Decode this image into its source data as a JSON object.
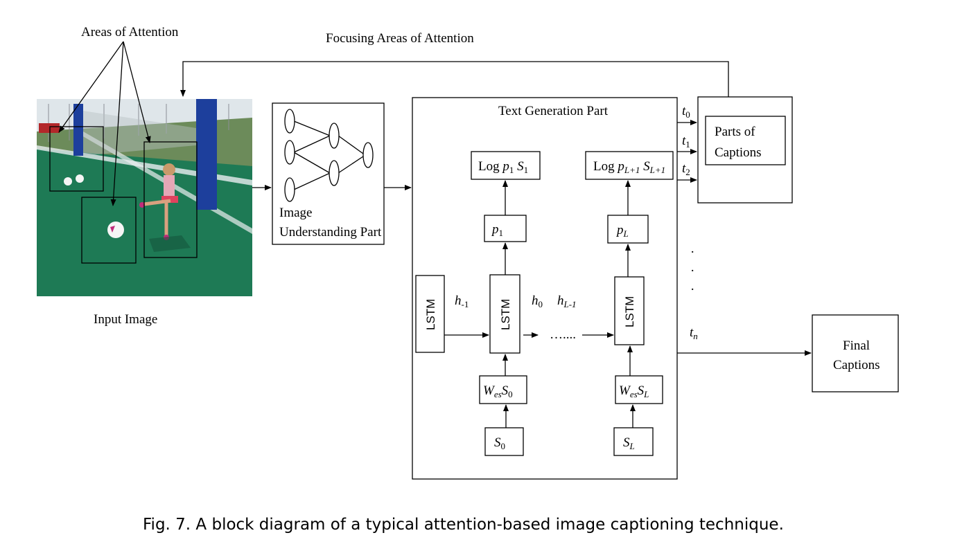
{
  "labels": {
    "areas_of_attention": "Areas of Attention",
    "focusing": "Focusing   Areas of Attention",
    "input_image": "Input Image",
    "image_part_1": "Image",
    "image_part_2": "Understanding  Part",
    "text_gen": "Text Generation  Part",
    "parts_1": "Parts of",
    "parts_2": "Captions",
    "final_1": "Final",
    "final_2": "Captions",
    "lstm": "LSTM",
    "dots": "…....",
    "vdots": "·"
  },
  "math": {
    "log": "Log",
    "p": "p",
    "S": "S",
    "h": "h",
    "t": "t",
    "W": "W",
    "es": "es",
    "sub_1": "1",
    "sub_L1": "L+1",
    "sub_L": "L",
    "sub_m1": "-1",
    "sub_0": "0",
    "sub_Lm1": "L-1",
    "sub_2": "2",
    "sub_n": "n"
  },
  "caption": "Fig. 7.  A block diagram of a typical attention-based image captioning technique.",
  "colors": {
    "turf": "#1e7a55",
    "goal_post": "#1d3f9c",
    "sky": "#dfe6ea"
  }
}
